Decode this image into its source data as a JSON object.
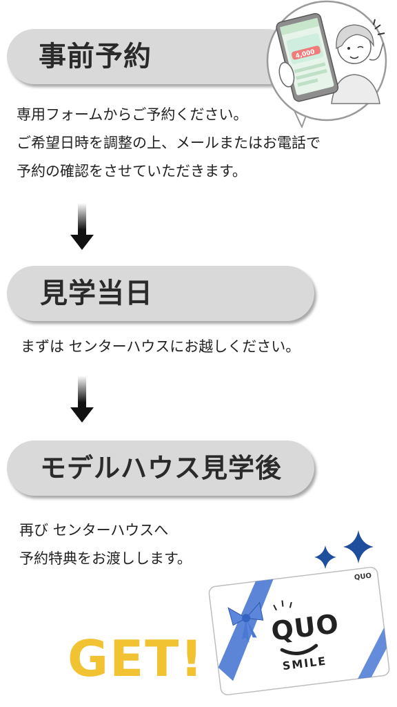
{
  "steps": [
    {
      "title": "事前予約",
      "lines": [
        "専用フォームからご予約ください。",
        "ご希望日時を調整の上、メールまたはお電話で",
        "予約の確認をさせていただきます。"
      ]
    },
    {
      "title": "見学当日",
      "lines": [
        "まずは センターハウスにお越しください。"
      ]
    },
    {
      "title": "モデルハウス見学後",
      "lines": [
        "再び センターハウスへ",
        "予約特典をお渡しします。"
      ]
    }
  ],
  "phone_screen": {
    "amount": "4,000"
  },
  "reward": {
    "get_label": "GET!",
    "card_brand_small": "QUO",
    "card_logo": "QUO",
    "card_wordmark": "SMILE"
  },
  "colors": {
    "pill_bg": "#d9d9d9",
    "get_text": "#f1c232",
    "sparkle": "#1f4e9c",
    "ribbon": "#4a78d4"
  }
}
